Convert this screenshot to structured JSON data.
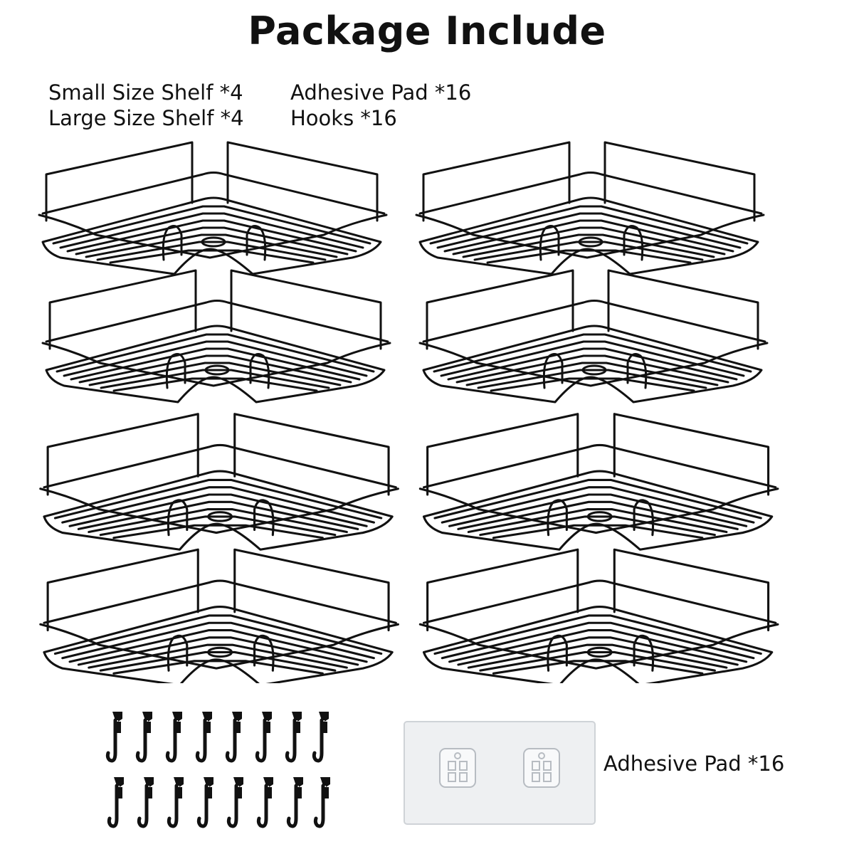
{
  "title": "Package Include",
  "contents": {
    "left": [
      "Small Size Shelf *4",
      "Large Size Shelf *4"
    ],
    "right": [
      "Adhesive Pad *16",
      "Hooks *16"
    ]
  },
  "pad_label": "Adhesive Pad *16",
  "colors": {
    "background": "#ffffff",
    "metal": "#111111",
    "pad": "#eef0f2",
    "pad_border": "#cfd3d7"
  },
  "icons": {
    "shelf": "corner-shelf-icon",
    "hook": "s-hook-icon",
    "pad": "adhesive-pad-icon"
  }
}
